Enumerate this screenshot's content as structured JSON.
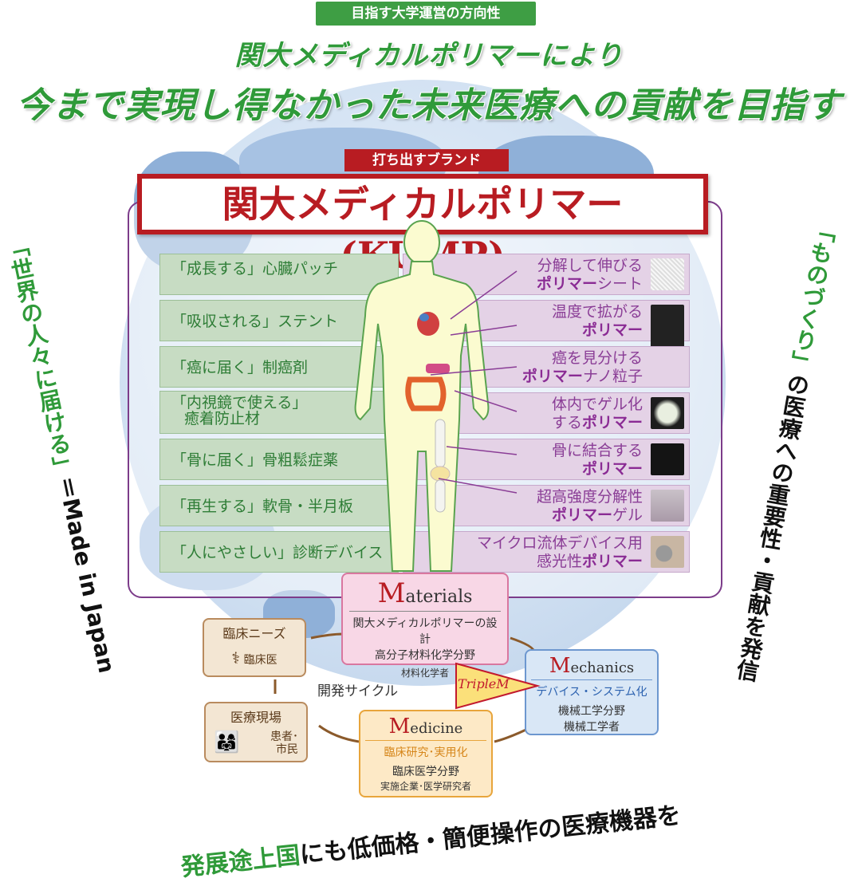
{
  "header": {
    "banner": "目指す大学運営の方向性",
    "line1": "関大メディカルポリマーにより",
    "line2": "今まで実現し得なかった未来医療への貢献を目指す"
  },
  "brand": {
    "tag": "打ち出すブランド",
    "title": "関大メディカルポリマー (KUMP)"
  },
  "rows": [
    {
      "left": "「成長する」心臓パッチ",
      "right1": "分解して伸びる",
      "right2_bold": "ポリマー",
      "right2_rest": "シート"
    },
    {
      "left": "「吸収される」ステント",
      "right1": "温度で拡がる",
      "right2_bold": "ポリマー",
      "right2_rest": ""
    },
    {
      "left": "「癌に届く」制癌剤",
      "right1": "癌を見分ける",
      "right2_bold": "ポリマー",
      "right2_rest": "ナノ粒子"
    },
    {
      "left": "「内視鏡で使える」",
      "left2": "癒着防止材",
      "right1": "体内でゲル化",
      "right2_pre": "する",
      "right2_bold": "ポリマー",
      "right2_rest": ""
    },
    {
      "left": "「骨に届く」骨粗鬆症薬",
      "right1": "骨に結合する",
      "right2_bold": "ポリマー",
      "right2_rest": ""
    },
    {
      "left": "「再生する」軟骨・半月板",
      "right1": "超高強度分解性",
      "right2_bold": "ポリマー",
      "right2_rest": "ゲル"
    },
    {
      "left": "「人にやさしい」診断デバイス",
      "right1": "マイクロ流体デバイス用",
      "right2_pre": "感光性",
      "right2_bold": "ポリマー",
      "right2_rest": ""
    }
  ],
  "cycle": {
    "materials": {
      "M": "M",
      "rest": "aterials",
      "l1": "関大メディカルポリマーの設計",
      "l2": "高分子材料化学分野",
      "l3": "材料化学者"
    },
    "mechanics": {
      "M": "M",
      "rest": "echanics",
      "l1": "デバイス・システム化",
      "l2": "機械工学分野",
      "l3": "機械工学者"
    },
    "medicine": {
      "M": "M",
      "rest": "edicine",
      "l1": "臨床研究･実用化",
      "l2": "臨床医学分野",
      "l3": "実施企業･医学研究者"
    },
    "needs": {
      "title": "臨床ニーズ",
      "who": "臨床医"
    },
    "site": {
      "title": "医療現場",
      "who1": "患者･",
      "who2": "市民"
    },
    "cycle_label": "開発サイクル",
    "triple": "TripleM"
  },
  "sides": {
    "left_green": "「世界の人々に届ける」",
    "left_black": "＝Made in Japan",
    "right_green": "「ものづくり」",
    "right_black": "の医療への重要性・貢献を発信",
    "bottom_green": "発展途上国",
    "bottom_black": "にも低価格・簡便操作の医療機器を"
  },
  "colors": {
    "green": "#2f9a39",
    "red": "#b81c22",
    "purple": "#8a3d96"
  }
}
